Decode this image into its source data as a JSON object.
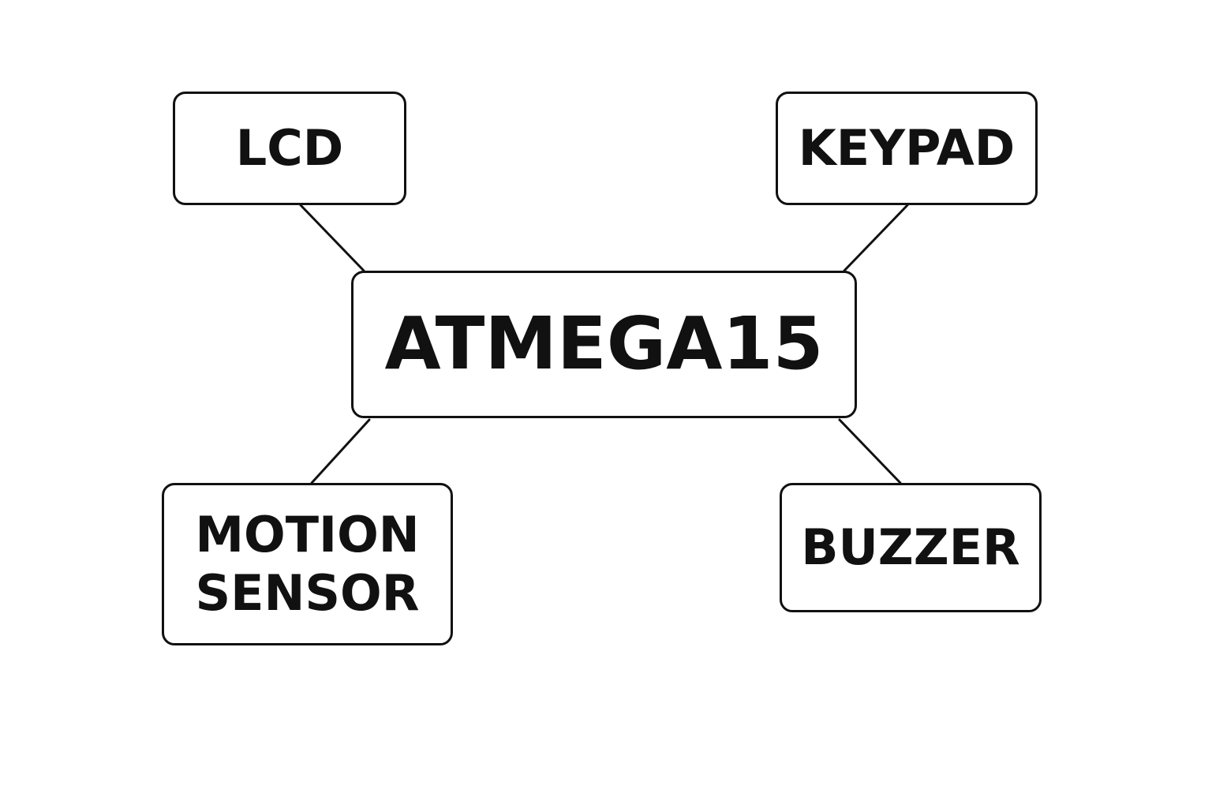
{
  "diagram": {
    "nodes": {
      "mcu": {
        "label": "ATMEGA15"
      },
      "lcd": {
        "label": "LCD"
      },
      "keypad": {
        "label": "KEYPAD"
      },
      "motion": {
        "line1": "MOTION",
        "line2": "SENSOR"
      },
      "buzzer": {
        "label": "BUZZER"
      }
    },
    "edges": [
      {
        "from": "mcu",
        "to": "lcd"
      },
      {
        "from": "mcu",
        "to": "keypad"
      },
      {
        "from": "mcu",
        "to": "motion"
      },
      {
        "from": "mcu",
        "to": "buzzer"
      }
    ],
    "colors": {
      "stroke": "#111111",
      "background": "#ffffff",
      "text": "#111111"
    }
  }
}
